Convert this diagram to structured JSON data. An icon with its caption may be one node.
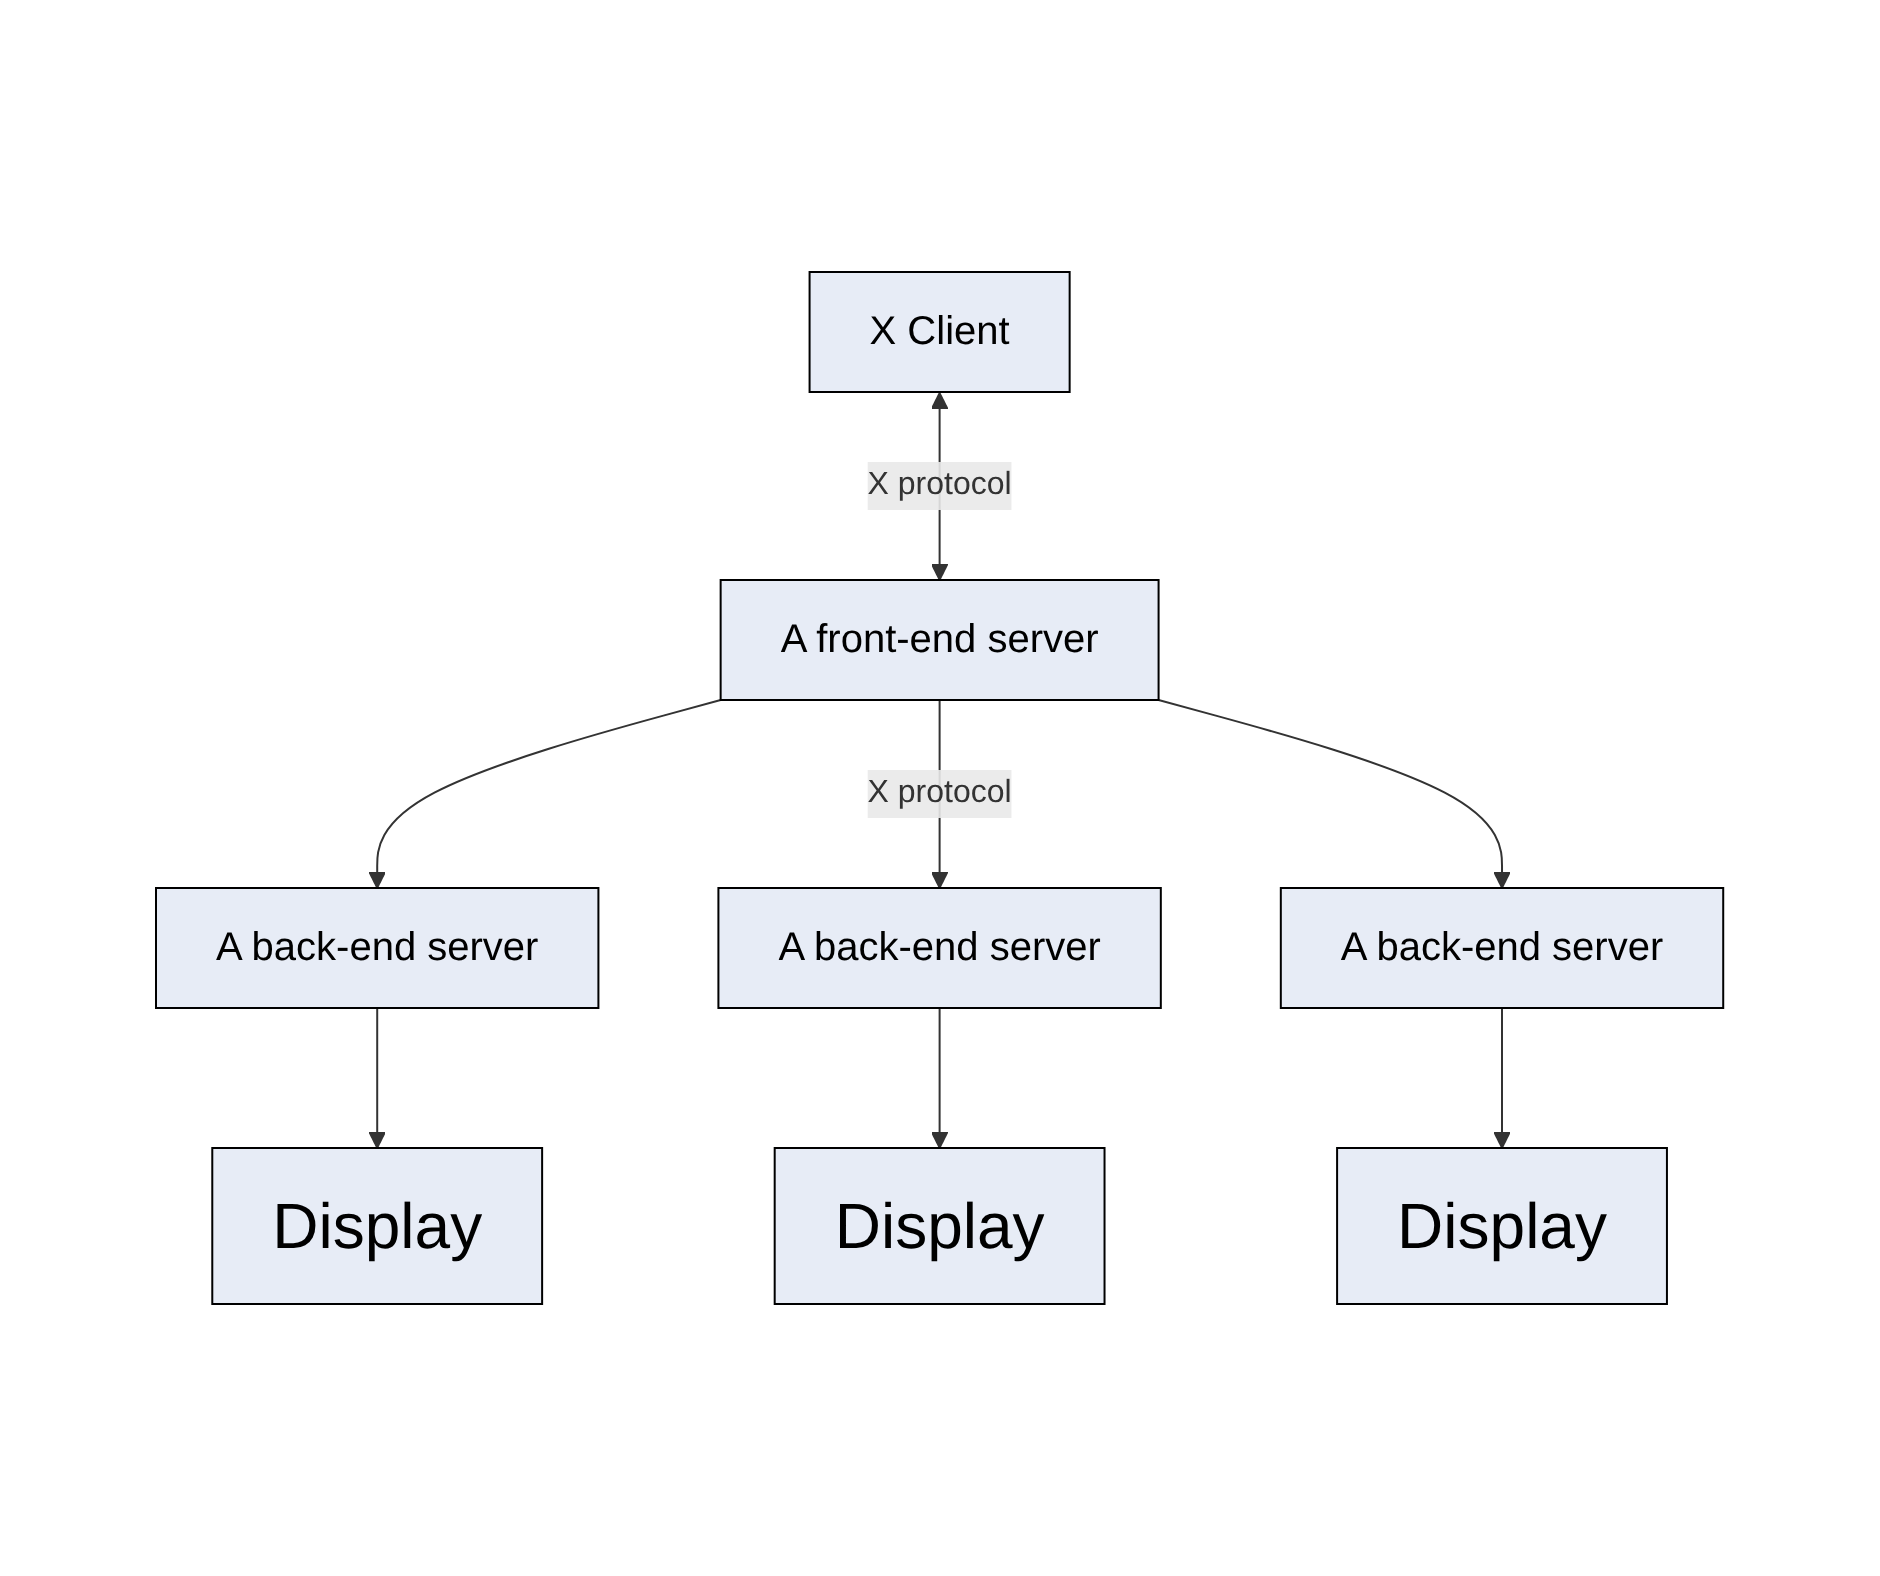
{
  "diagram": {
    "nodes": [
      {
        "text": [
          "X Client"
        ]
      },
      {
        "text": [
          "A front-end server"
        ]
      },
      {
        "text": [
          "A back-end server"
        ]
      },
      {
        "text": [
          "A back-end server"
        ]
      },
      {
        "text": [
          "A back-end server"
        ]
      },
      {
        "text": [
          "Display"
        ]
      },
      {
        "text": [
          "Display"
        ]
      },
      {
        "text": [
          "Display"
        ]
      }
    ],
    "edges": [
      {
        "from": 0,
        "to": 1,
        "arrow": "both",
        "label": "X protocol"
      },
      {
        "from": 1,
        "to": 2,
        "arrow": "to"
      },
      {
        "from": 1,
        "to": 3,
        "arrow": "to",
        "label": "X protocol"
      },
      {
        "from": 1,
        "to": 4,
        "arrow": "to"
      },
      {
        "from": 2,
        "to": 5,
        "arrow": "to"
      },
      {
        "from": 3,
        "to": 6,
        "arrow": "to"
      },
      {
        "from": 4,
        "to": 7,
        "arrow": "to"
      }
    ]
  }
}
